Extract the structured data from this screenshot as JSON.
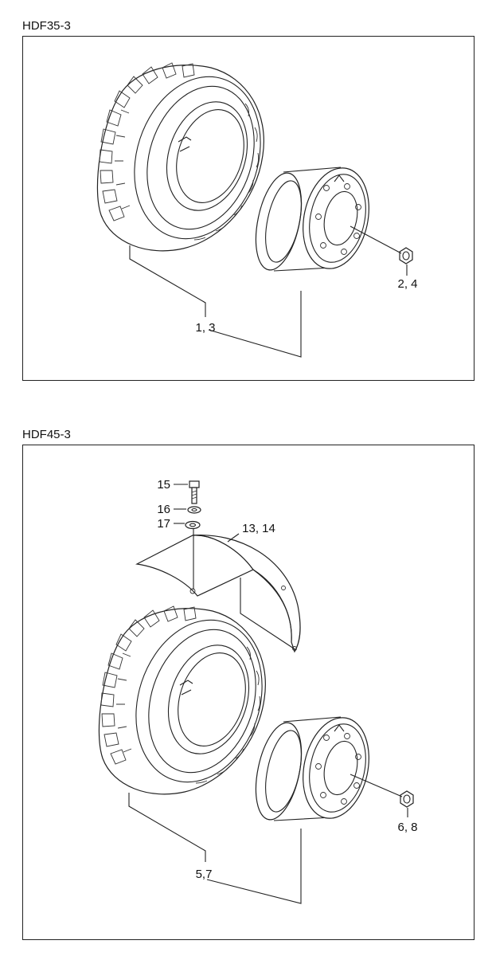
{
  "diagrams": [
    {
      "model": "HDF35-3",
      "callouts": {
        "tire": "1, 3",
        "nut": "2, 4"
      }
    },
    {
      "model": "HDF45-3",
      "callouts": {
        "tire": "5,7",
        "nut": "6, 8",
        "bolt": "15",
        "lockwasher": "16",
        "washer": "17",
        "fender": "13, 14"
      }
    }
  ]
}
